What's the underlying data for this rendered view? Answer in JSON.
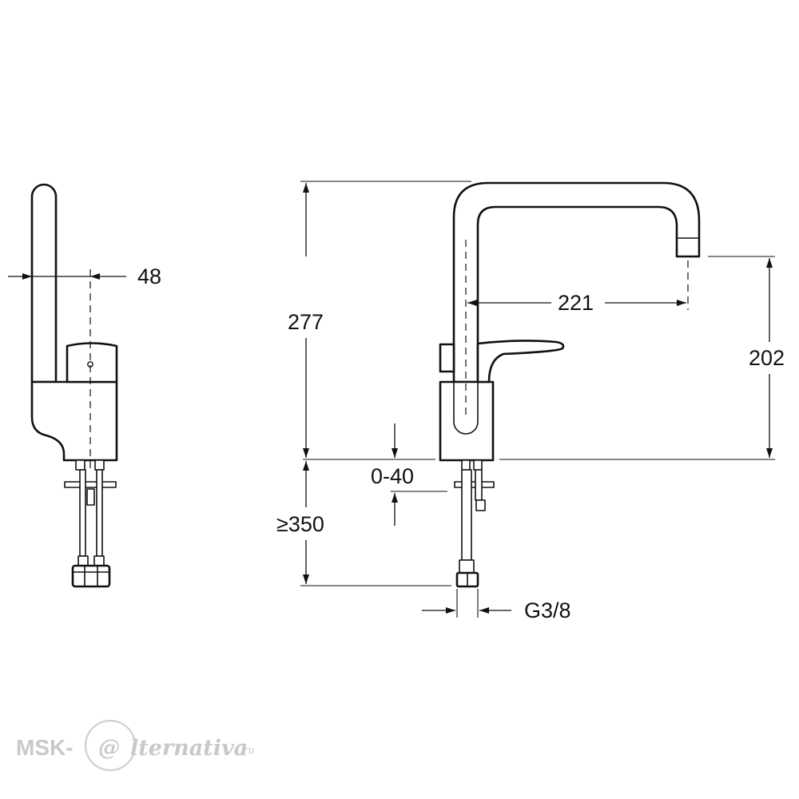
{
  "drawing": {
    "dimensions": {
      "spout_offset": "48",
      "total_height": "277",
      "spout_reach": "221",
      "outlet_height": "202",
      "deck_thickness": "0-40",
      "hose_length": "≥350",
      "connection_thread": "G3/8"
    }
  },
  "watermark": {
    "prefix": "MSK-",
    "at_sign": "@",
    "suffix": "lternativa",
    "domain": ".ru"
  }
}
